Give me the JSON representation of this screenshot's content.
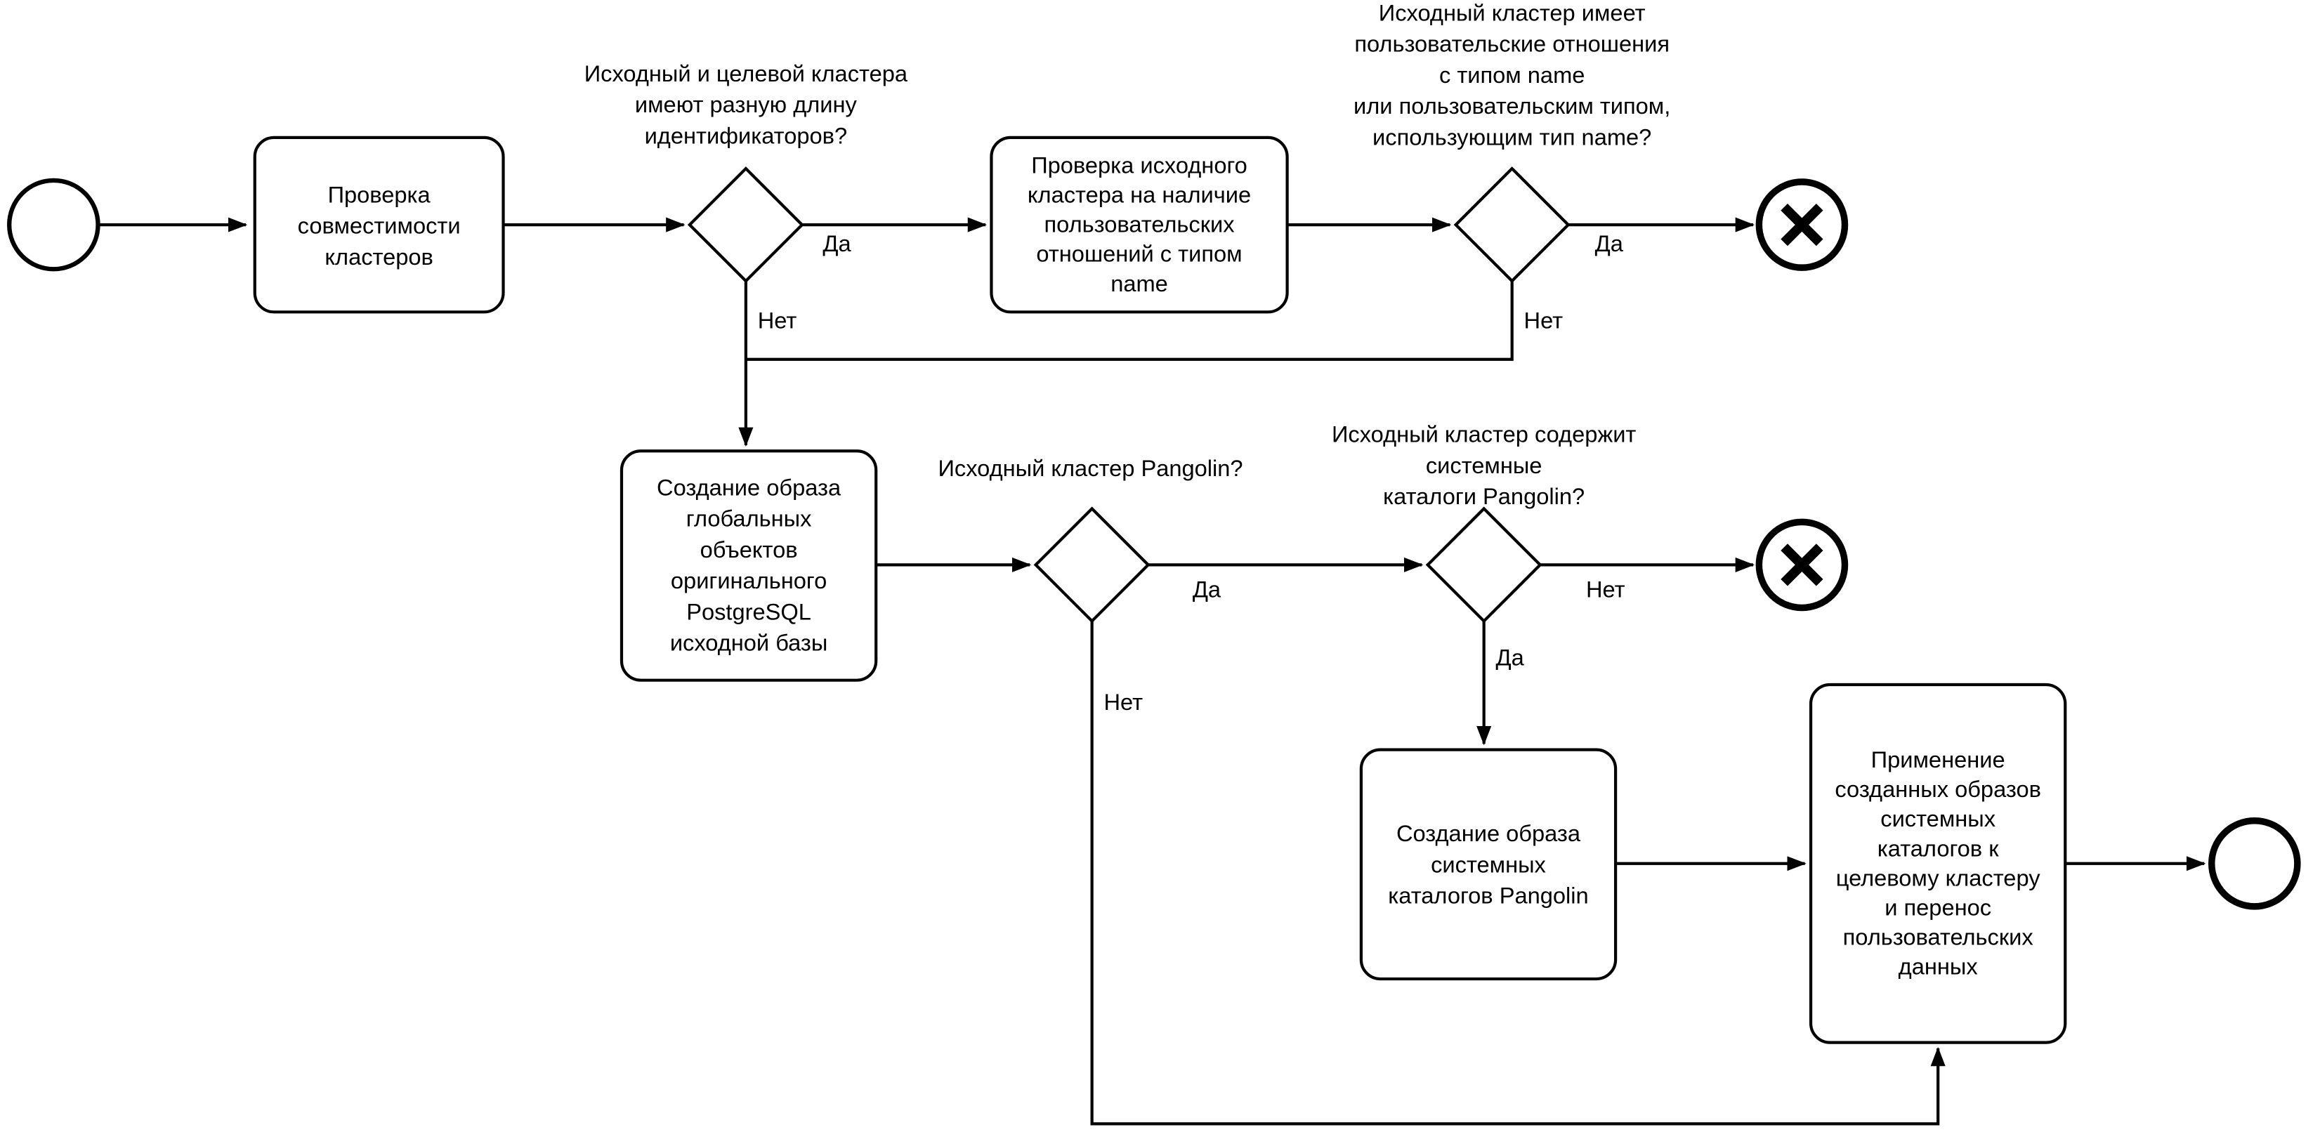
{
  "diagram": {
    "type": "bpmn-flowchart",
    "language": "ru",
    "colors": {
      "stroke": "#000000",
      "background": "#ffffff"
    }
  },
  "tasks": {
    "check_compatibility": {
      "lines": [
        "Проверка",
        "совместимости",
        "кластеров"
      ]
    },
    "check_name_relations": {
      "lines": [
        "Проверка исходного",
        "кластера на наличие",
        "пользовательских",
        "отношений с типом",
        "name"
      ]
    },
    "create_global_image": {
      "lines": [
        "Создание образа",
        "глобальных",
        "объектов",
        "оригинального",
        "PostgreSQL",
        "исходной базы"
      ]
    },
    "create_pangolin_catalogs_image": {
      "lines": [
        "Создание образа",
        "системных",
        "каталогов Pangolin"
      ]
    },
    "apply_catalog_images": {
      "lines": [
        "Применение",
        "созданных образов",
        "системных",
        "каталогов к",
        "целевому кластеру",
        "и перенос",
        "пользовательских",
        "данных"
      ]
    }
  },
  "gateways": {
    "different_id_length": {
      "question": [
        "Исходный и целевой кластера",
        "имеют разную длину",
        "идентификаторов?"
      ]
    },
    "has_name_relations": {
      "question": [
        "Исходный кластер имеет",
        "пользовательские отношения",
        "с типом name",
        "или пользовательским типом,",
        "использующим тип name?"
      ]
    },
    "source_is_pangolin": {
      "question": [
        "Исходный кластер Pangolin?"
      ]
    },
    "contains_pangolin_catalogs": {
      "question": [
        "Исходный кластер содержит",
        "системные",
        "каталоги Pangolin?"
      ]
    }
  },
  "edge_labels": {
    "yes": "Да",
    "no": "Нет"
  },
  "events": {
    "start": "start-event",
    "terminate_top": "cancel-end-event",
    "terminate_middle": "cancel-end-event",
    "end": "end-event"
  }
}
